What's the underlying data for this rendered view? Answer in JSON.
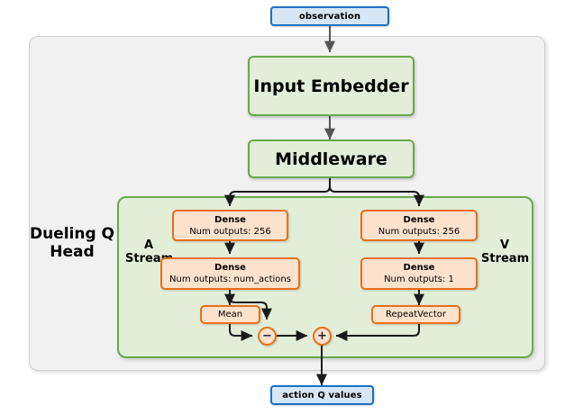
{
  "diagram": {
    "title_hidden": "",
    "inputs": [
      {
        "name": "observation",
        "label": "observation"
      }
    ],
    "outputs": [
      {
        "name": "action-q-values",
        "label": "action Q values"
      }
    ],
    "modules": [
      {
        "name": "input-embedder",
        "label": "Input Embedder"
      },
      {
        "name": "middleware",
        "label": "Middleware"
      }
    ],
    "head": {
      "label": "Dueling Q Head",
      "label_line1": "Dueling Q",
      "label_line2": "Head"
    },
    "streams": [
      {
        "name": "a-stream",
        "line1": "A",
        "line2": "Stream"
      },
      {
        "name": "v-stream",
        "line1": "V",
        "line2": "Stream"
      }
    ],
    "layers": {
      "a_dense_1": {
        "title": "Dense",
        "sub": "Num outputs: 256"
      },
      "a_dense_2": {
        "title": "Dense",
        "sub": "Num outputs: num_actions"
      },
      "v_dense_1": {
        "title": "Dense",
        "sub": "Num outputs: 256"
      },
      "v_dense_2": {
        "title": "Dense",
        "sub": "Num outputs: 1"
      },
      "mean": {
        "title": "Mean"
      },
      "repeat_vector": {
        "title": "RepeatVector"
      }
    },
    "operators": [
      {
        "name": "subtract-operator",
        "symbol": "−"
      },
      {
        "name": "add-operator",
        "symbol": "+"
      }
    ],
    "colors": {
      "io_fill": "#d6e6f5",
      "io_border": "#1a72c4",
      "module_fill": "#e2eed8",
      "module_border": "#6aa84f",
      "layer_fill": "#fde2cd",
      "layer_border": "#e8701a",
      "panel_fill": "#f1f1f1",
      "panel_border": "#cfcfcf",
      "arrow": "#1a1a1a",
      "background": "#ffffff"
    }
  }
}
